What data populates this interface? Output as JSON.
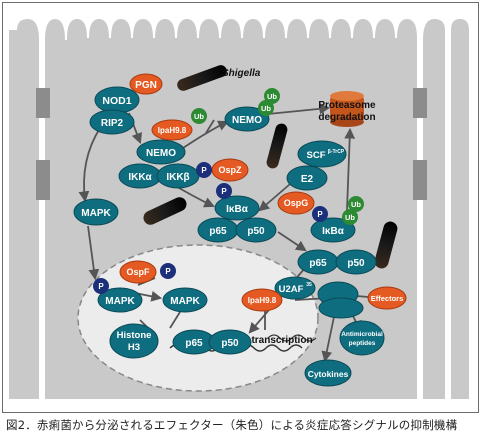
{
  "labels": {
    "shigella": "Shigella",
    "pgn": "PGN",
    "nod1": "NOD1",
    "rip2": "RIP2",
    "ipah98_top": "IpaH9.8",
    "ub_top": "Ub",
    "nemo_top": "NEMO",
    "ub_pair1": "Ub",
    "ub_pair2": "Ub",
    "proteasome_1": "Proteasome",
    "proteasome_2": "degradation",
    "nemo": "NEMO",
    "ikk_alpha": "IKKα",
    "ikk_beta": "IKKβ",
    "p_ikk": "P",
    "ospz": "OspZ",
    "p_ikb": "P",
    "scf": "SCF",
    "scf_sup": "β-TrCP",
    "e2": "E2",
    "mapk_left": "MAPK",
    "ikb_alpha": "IκBα",
    "p65_a": "p65",
    "p50_a": "p50",
    "ospg": "OspG",
    "p_ikb2": "P",
    "ikb_alpha2": "IκBα",
    "ub_a": "Ub",
    "ub_b": "Ub",
    "p65_b": "p65",
    "p50_b": "p50",
    "ospf": "OspF",
    "p_nuc": "P",
    "p_mapk": "P",
    "mapk_n1": "MAPK",
    "mapk_n2": "MAPK",
    "u2af": "U2AF",
    "u2af_sup": "35",
    "ipah98_nuc": "IpaH9.8",
    "effectors": "Effectors",
    "histone_1": "Histone",
    "histone_2": "H3",
    "p65_c": "p65",
    "p50_c": "p50",
    "transcription": "transcription",
    "amp_1": "Antimicrobial",
    "amp_2": "peptides",
    "cytokines": "Cytokines"
  },
  "caption": "図2．赤痢菌から分泌されるエフェクター（朱色）による炎症応答シグナルの抑制機構",
  "colors": {
    "teal": "#0f6d80",
    "teal_dark": "#0a4a57",
    "orange": "#e45a22",
    "navy": "#1b2f7a",
    "green": "#2c8a33",
    "cell": "#c9c9c9",
    "nucleus": "#ececec",
    "proteasome": "#c4561c"
  }
}
